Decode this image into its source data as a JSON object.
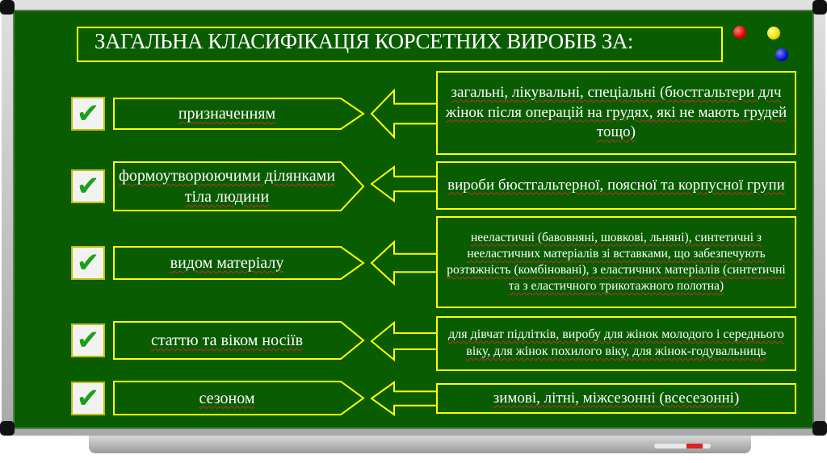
{
  "title": "ЗАГАЛЬНА КЛАСИФІКАЦІЯ КОРСЕТНИХ ВИРОБІВ ЗА:",
  "colors": {
    "board": "#0a5c00",
    "border": "#ffff00",
    "text": "#ffffff",
    "check": "#1aa01a"
  },
  "check_icon": "✔",
  "rows": [
    {
      "label": "призначенням",
      "description": "загальні, лікувальні, спеціальні (бюстгальтери длч жінок після операцій на грудях, які не мають грудей тощо)"
    },
    {
      "label": "формоутворюючими ділянками тіла людини",
      "description": "вироби бюстгальтерної, поясної та корпусної групи"
    },
    {
      "label": "видом матеріалу",
      "description": "нееластичні (бавовняні, шовкові, льняні), синтетичні з нееластичних матеріалів зі вставками, що забезпечують розтяжність (комбіновані), з еластичних матеріалів (синтетичні та з еластичного трикотажного полотна)"
    },
    {
      "label": "статтю та віком носіїв",
      "description": "для дівчат підлітків, виробу для жінок молодого і середнього віку, для жінок похилого віку, для жінок-годувальниць"
    },
    {
      "label": "сезоном",
      "description": "зимові, літні, міжсезонні (всесезонні)"
    }
  ]
}
